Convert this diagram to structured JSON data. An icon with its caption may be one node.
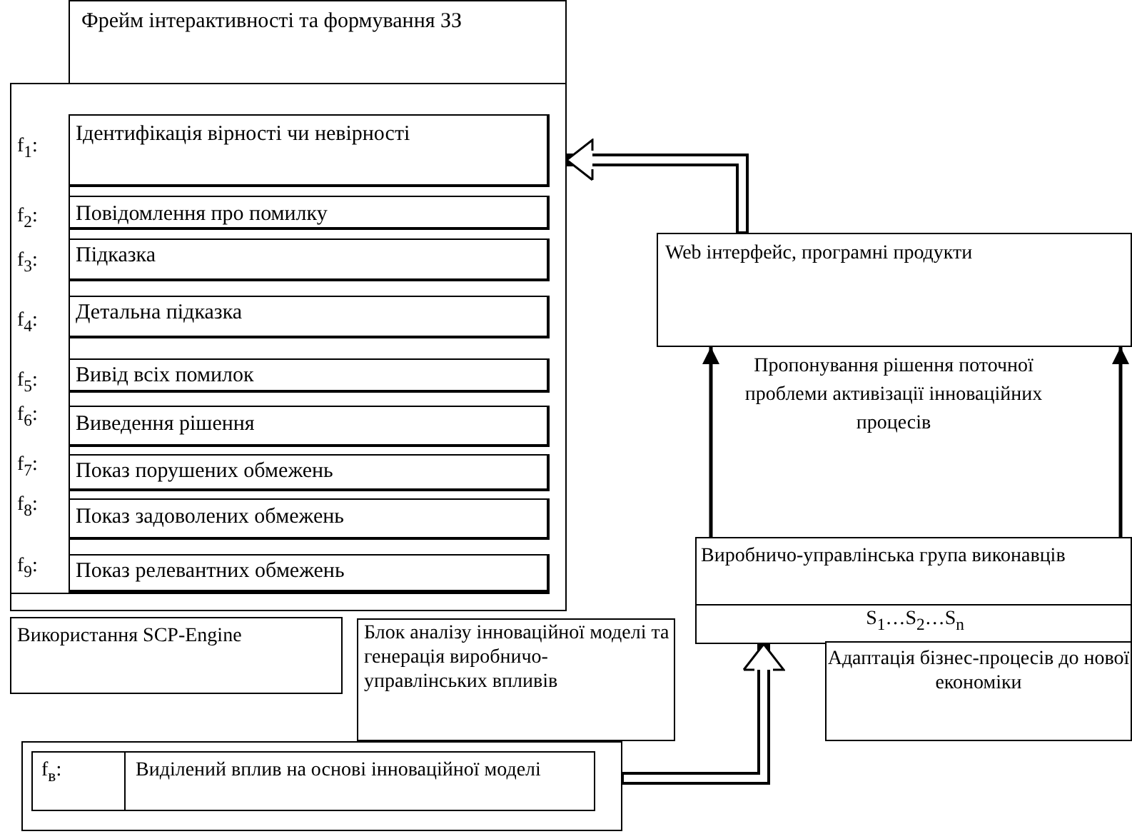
{
  "diagram": {
    "nodes": [
      {
        "text": [
          "Фрейм інтерактивності та формування ЗЗ"
        ]
      },
      {
        "text": [],
        "shape": "box"
      },
      {
        "text": [
          "Ідентифікація вірності чи невірності"
        ],
        "in": 1,
        "beside": [
          "f$_{1}$:"
        ]
      },
      {
        "text": [
          "Повідомлення про помилку"
        ],
        "in": 1,
        "beside": [
          "f$_{2}$:"
        ]
      },
      {
        "text": [
          "Підказка"
        ],
        "in": 1,
        "beside": [
          "f$_{3}$:"
        ]
      },
      {
        "text": [
          "Детальна підказка"
        ],
        "in": 1,
        "beside": [
          "f$_{4}$:"
        ]
      },
      {
        "text": [
          "Вивід всіх помилок"
        ],
        "in": 1,
        "beside": [
          "f$_{5}$:"
        ]
      },
      {
        "text": [
          "Виведення рішення"
        ],
        "in": 1,
        "beside": [
          "f$_{6}$:"
        ]
      },
      {
        "text": [
          "Показ порушених обмежень"
        ],
        "in": 1,
        "beside": [
          "f$_{7}$:"
        ]
      },
      {
        "text": [
          "Показ задоволених обмежень"
        ],
        "in": 1,
        "beside": [
          "f$_{8}$:"
        ]
      },
      {
        "text": [
          "Показ релевантних обмежень"
        ],
        "in": 1,
        "beside": [
          "f$_{9}$:"
        ]
      },
      {
        "text": [
          "Використання SCP-Engine"
        ]
      },
      {
        "text": [
          "Блок аналізу інноваційної моделі  та генерація виробничо-управлінських впливів"
        ]
      },
      {
        "text": [],
        "shape": "box"
      },
      {
        "text": [
          "f$_{в}$:",
          "Виділений вплив на основі інноваційної моделі"
        ],
        "in": 13
      },
      {
        "text": [
          "Web інтерфейс, програмні продукти"
        ]
      },
      {
        "text": [
          "Виробничо-управлінська група виконавців",
          "S$_{1}$…S$_{2}$…S$_{n}$"
        ]
      },
      {
        "text": [
          "Адаптація бізнес-процесів до нової економіки"
        ]
      }
    ],
    "edges": [
      {
        "from": 15,
        "to": 1,
        "arrow": "to",
        "style": "thick"
      },
      {
        "from": 16,
        "to": 15,
        "arrow": "to"
      },
      {
        "from": 16,
        "to": 15,
        "arrow": "to"
      },
      {
        "from": 13,
        "to": 16,
        "arrow": "to",
        "style": "thick"
      }
    ],
    "labels": [
      "Пропонування рішення поточної проблеми активізації інноваційних процесів"
    ]
  }
}
